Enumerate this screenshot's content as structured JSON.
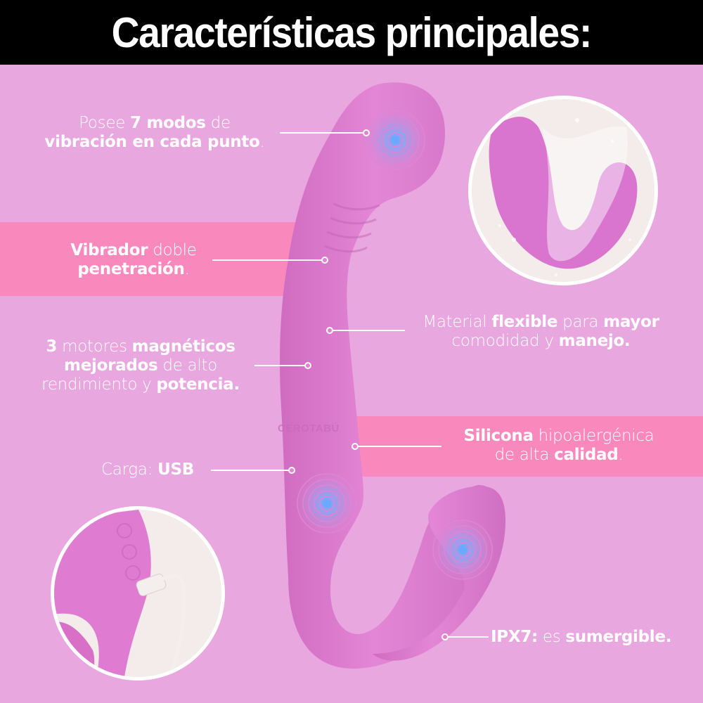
{
  "header": {
    "title": "Características principales:"
  },
  "colors": {
    "background": "#e9a7df",
    "band": "#f989bd",
    "header": "#000000",
    "product": "#e07fd0",
    "vibration_ring": "#7fa8f6",
    "text": "#ffffff"
  },
  "watermark": "CEROTABÚ",
  "features": [
    {
      "id": "modes",
      "parts": [
        [
          "Posee ",
          false
        ],
        [
          "7 modos",
          true
        ],
        [
          " de",
          false
        ]
      ],
      "parts2": [
        [
          "vibración en cada punto",
          true
        ],
        [
          ".",
          false
        ]
      ]
    },
    {
      "id": "double",
      "parts": [
        [
          "Vibrador",
          true
        ],
        [
          " doble",
          false
        ]
      ],
      "parts2": [
        [
          "penetración",
          true
        ],
        [
          ".",
          false
        ]
      ]
    },
    {
      "id": "motors",
      "line1": [
        [
          "3",
          true
        ],
        [
          " motores ",
          false
        ],
        [
          "magnéticos",
          true
        ]
      ],
      "line2": [
        [
          "mejorados",
          true
        ],
        [
          " de alto",
          false
        ]
      ],
      "line3": [
        [
          "rendimiento y ",
          false
        ],
        [
          "potencia.",
          true
        ]
      ]
    },
    {
      "id": "charge",
      "parts": [
        [
          "Carga: ",
          false
        ],
        [
          "USB",
          true
        ]
      ]
    },
    {
      "id": "flexible",
      "line1": [
        [
          "Material ",
          false
        ],
        [
          "flexible",
          true
        ],
        [
          " para ",
          false
        ],
        [
          "mayor",
          true
        ]
      ],
      "line2": [
        [
          "comodidad y ",
          false
        ],
        [
          "manejo.",
          true
        ]
      ]
    },
    {
      "id": "silicone",
      "line1": [
        [
          "Silicona",
          true
        ],
        [
          " hipoalergénica",
          false
        ]
      ],
      "line2": [
        [
          "de alta ",
          false
        ],
        [
          "calidad",
          true
        ],
        [
          ".",
          false
        ]
      ]
    },
    {
      "id": "ipx7",
      "parts": [
        [
          "IPX7:",
          true
        ],
        [
          " es ",
          false
        ],
        [
          "sumergible.",
          true
        ]
      ]
    }
  ],
  "feature_text": {
    "modes_1a": "Posee ",
    "modes_1b": "7 modos",
    "modes_1c": " de",
    "modes_2a": "vibración en cada punto",
    "modes_2b": ".",
    "double_1a": "Vibrador",
    "double_1b": " doble",
    "double_2a": "penetración",
    "double_2b": ".",
    "motors_1a": "3",
    "motors_1b": " motores ",
    "motors_1c": "magnéticos",
    "motors_2a": "mejorados",
    "motors_2b": " de alto",
    "motors_3a": "rendimiento y ",
    "motors_3b": "potencia.",
    "charge_a": "Carga: ",
    "charge_b": "USB",
    "flex_1a": "Material ",
    "flex_1b": "flexible",
    "flex_1c": " para ",
    "flex_1d": "mayor",
    "flex_2a": "comodidad y ",
    "flex_2b": "manejo.",
    "sil_1a": "Silicona",
    "sil_1b": " hipoalergénica",
    "sil_2a": "de alta ",
    "sil_2b": "calidad",
    "sil_2c": ".",
    "ipx_a": "IPX7:",
    "ipx_b": " es ",
    "ipx_c": "sumergible."
  },
  "images": {
    "water_splash": "product-in-water-splash",
    "usb_charging": "product-with-usb-cable"
  }
}
